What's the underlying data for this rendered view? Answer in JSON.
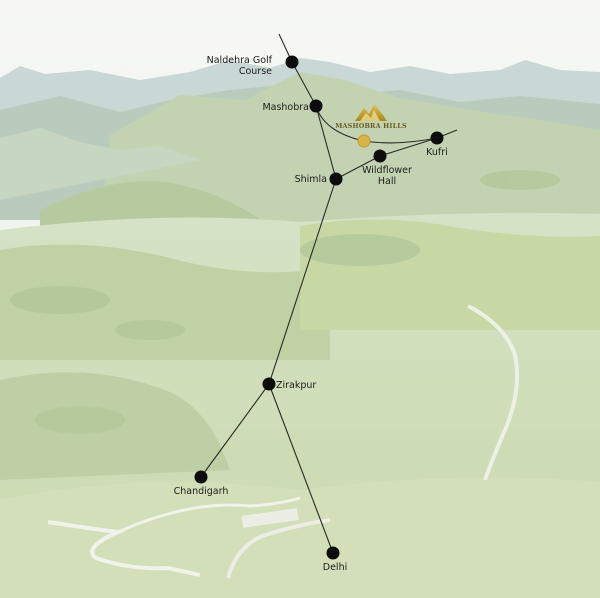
{
  "map": {
    "background": "hazy green alpine valley with mountain ridges",
    "brand": {
      "label": "MASHOBRA HILLS",
      "color": "#c9a227",
      "marker_color": "#d9b44a"
    },
    "locations": [
      {
        "id": "naldehra",
        "lines": [
          "Naldehra Golf",
          "Course"
        ]
      },
      {
        "id": "mashobra",
        "lines": [
          "Mashobra"
        ]
      },
      {
        "id": "kufri",
        "lines": [
          "Kufri"
        ]
      },
      {
        "id": "wildflower",
        "lines": [
          "Wildflower",
          "Hall"
        ]
      },
      {
        "id": "shimla",
        "lines": [
          "Shimla"
        ]
      },
      {
        "id": "zirakpur",
        "lines": [
          "Zirakpur"
        ]
      },
      {
        "id": "chandigarh",
        "lines": [
          "Chandigarh"
        ]
      },
      {
        "id": "delhi",
        "lines": [
          "Delhi"
        ]
      }
    ],
    "routes": [
      [
        "naldehra",
        "mashobra"
      ],
      [
        "mashobra",
        "shimla"
      ],
      [
        "shimla",
        "zirakpur"
      ],
      [
        "zirakpur",
        "chandigarh"
      ],
      [
        "zirakpur",
        "delhi"
      ],
      [
        "shimla",
        "wildflower"
      ],
      [
        "wildflower",
        "kufri"
      ],
      [
        "mashobra",
        "project"
      ],
      [
        "project",
        "kufri"
      ]
    ]
  }
}
